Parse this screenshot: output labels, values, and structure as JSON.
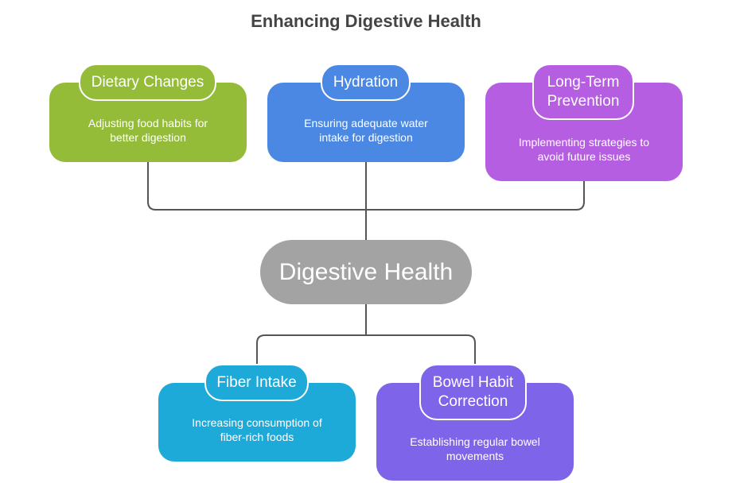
{
  "title": "Enhancing Digestive Health",
  "center": "Digestive Health",
  "nodes": [
    {
      "title": "Dietary Changes",
      "desc": "Adjusting food habits for better digestion",
      "color": "#94bc39"
    },
    {
      "title": "Hydration",
      "desc": "Ensuring adequate water intake for digestion",
      "color": "#4b88e4"
    },
    {
      "title": "Long-Term Prevention",
      "desc": "Implementing strategies to avoid future issues",
      "color": "#b65ee2"
    },
    {
      "title": "Fiber Intake",
      "desc": "Increasing consumption of fiber-rich foods",
      "color": "#1eaad9"
    },
    {
      "title": "Bowel Habit Correction",
      "desc": "Establishing regular bowel movements",
      "color": "#7d64e8"
    }
  ]
}
